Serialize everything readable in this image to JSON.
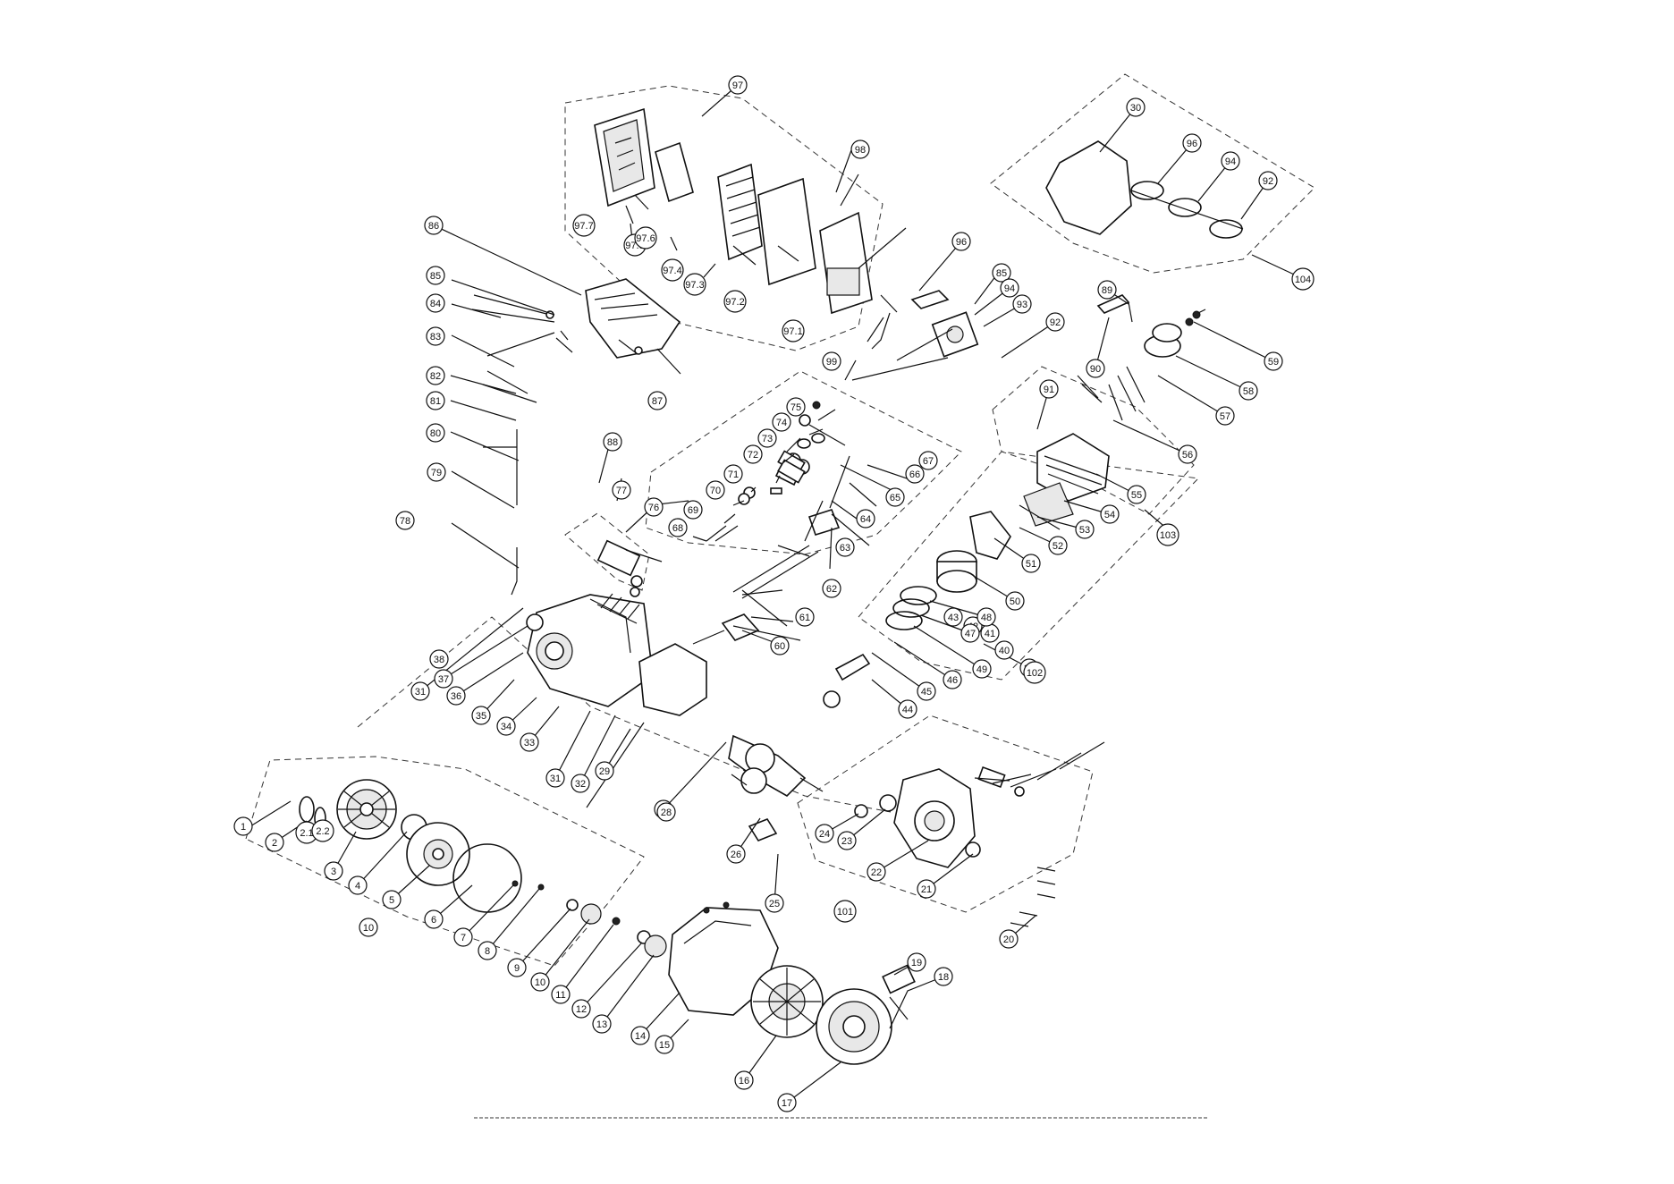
{
  "diagram": {
    "type": "exploded-parts-view",
    "callouts": [
      {
        "id": "c1",
        "label": "1"
      },
      {
        "id": "c2",
        "label": "2"
      },
      {
        "id": "c2_1",
        "label": "2.1"
      },
      {
        "id": "c2_2",
        "label": "2.2"
      },
      {
        "id": "c3",
        "label": "3"
      },
      {
        "id": "c4",
        "label": "4"
      },
      {
        "id": "c5",
        "label": "5"
      },
      {
        "id": "c6",
        "label": "6"
      },
      {
        "id": "c7",
        "label": "7"
      },
      {
        "id": "c8",
        "label": "8"
      },
      {
        "id": "c9",
        "label": "9"
      },
      {
        "id": "c10",
        "label": "10"
      },
      {
        "id": "c10b",
        "label": "10"
      },
      {
        "id": "c11",
        "label": "11"
      },
      {
        "id": "c12",
        "label": "12"
      },
      {
        "id": "c13",
        "label": "13"
      },
      {
        "id": "c14",
        "label": "14"
      },
      {
        "id": "c15",
        "label": "15"
      },
      {
        "id": "c16",
        "label": "16"
      },
      {
        "id": "c17",
        "label": "17"
      },
      {
        "id": "c18",
        "label": "18"
      },
      {
        "id": "c19",
        "label": "19"
      },
      {
        "id": "c20",
        "label": "20"
      },
      {
        "id": "c21",
        "label": "21"
      },
      {
        "id": "c22",
        "label": "22"
      },
      {
        "id": "c23",
        "label": "23"
      },
      {
        "id": "c24",
        "label": "24"
      },
      {
        "id": "c25",
        "label": "25"
      },
      {
        "id": "c26",
        "label": "26"
      },
      {
        "id": "c27",
        "label": "27"
      },
      {
        "id": "c28",
        "label": "28"
      },
      {
        "id": "c29",
        "label": "29"
      },
      {
        "id": "c30",
        "label": "30"
      },
      {
        "id": "c31",
        "label": "31"
      },
      {
        "id": "c31b",
        "label": "31"
      },
      {
        "id": "c32",
        "label": "32"
      },
      {
        "id": "c33",
        "label": "33"
      },
      {
        "id": "c34",
        "label": "34"
      },
      {
        "id": "c35",
        "label": "35"
      },
      {
        "id": "c36",
        "label": "36"
      },
      {
        "id": "c37",
        "label": "37"
      },
      {
        "id": "c38",
        "label": "38"
      },
      {
        "id": "c39",
        "label": "39"
      },
      {
        "id": "c40",
        "label": "40"
      },
      {
        "id": "c41",
        "label": "41"
      },
      {
        "id": "c42",
        "label": "42"
      },
      {
        "id": "c43",
        "label": "43"
      },
      {
        "id": "c44",
        "label": "44"
      },
      {
        "id": "c45",
        "label": "45"
      },
      {
        "id": "c46",
        "label": "46"
      },
      {
        "id": "c47",
        "label": "47"
      },
      {
        "id": "c48",
        "label": "48"
      },
      {
        "id": "c49",
        "label": "49"
      },
      {
        "id": "c50",
        "label": "50"
      },
      {
        "id": "c51",
        "label": "51"
      },
      {
        "id": "c52",
        "label": "52"
      },
      {
        "id": "c53",
        "label": "53"
      },
      {
        "id": "c54",
        "label": "54"
      },
      {
        "id": "c55",
        "label": "55"
      },
      {
        "id": "c56",
        "label": "56"
      },
      {
        "id": "c57",
        "label": "57"
      },
      {
        "id": "c58",
        "label": "58"
      },
      {
        "id": "c59",
        "label": "59"
      },
      {
        "id": "c60",
        "label": "60"
      },
      {
        "id": "c61",
        "label": "61"
      },
      {
        "id": "c62",
        "label": "62"
      },
      {
        "id": "c63",
        "label": "63"
      },
      {
        "id": "c64",
        "label": "64"
      },
      {
        "id": "c65",
        "label": "65"
      },
      {
        "id": "c66",
        "label": "66"
      },
      {
        "id": "c67",
        "label": "67"
      },
      {
        "id": "c68",
        "label": "68"
      },
      {
        "id": "c69",
        "label": "69"
      },
      {
        "id": "c70",
        "label": "70"
      },
      {
        "id": "c71",
        "label": "71"
      },
      {
        "id": "c72",
        "label": "72"
      },
      {
        "id": "c73",
        "label": "73"
      },
      {
        "id": "c74",
        "label": "74"
      },
      {
        "id": "c75",
        "label": "75"
      },
      {
        "id": "c76",
        "label": "76"
      },
      {
        "id": "c77",
        "label": "77"
      },
      {
        "id": "c78",
        "label": "78"
      },
      {
        "id": "c79",
        "label": "79"
      },
      {
        "id": "c80",
        "label": "80"
      },
      {
        "id": "c81",
        "label": "81"
      },
      {
        "id": "c82",
        "label": "82"
      },
      {
        "id": "c83",
        "label": "83"
      },
      {
        "id": "c84",
        "label": "84"
      },
      {
        "id": "c85",
        "label": "85"
      },
      {
        "id": "c85b",
        "label": "85"
      },
      {
        "id": "c86",
        "label": "86"
      },
      {
        "id": "c87",
        "label": "87"
      },
      {
        "id": "c88",
        "label": "88"
      },
      {
        "id": "c89",
        "label": "89"
      },
      {
        "id": "c90",
        "label": "90"
      },
      {
        "id": "c91",
        "label": "91"
      },
      {
        "id": "c92",
        "label": "92"
      },
      {
        "id": "c92b",
        "label": "92"
      },
      {
        "id": "c93",
        "label": "93"
      },
      {
        "id": "c94",
        "label": "94"
      },
      {
        "id": "c94b",
        "label": "94"
      },
      {
        "id": "c96",
        "label": "96"
      },
      {
        "id": "c96b",
        "label": "96"
      },
      {
        "id": "c97",
        "label": "97"
      },
      {
        "id": "c97_1",
        "label": "97.1"
      },
      {
        "id": "c97_2",
        "label": "97.2"
      },
      {
        "id": "c97_3",
        "label": "97.3"
      },
      {
        "id": "c97_4",
        "label": "97.4"
      },
      {
        "id": "c97_5",
        "label": "97.5"
      },
      {
        "id": "c97_6",
        "label": "97.6"
      },
      {
        "id": "c97_7",
        "label": "97.7"
      },
      {
        "id": "c98",
        "label": "98"
      },
      {
        "id": "c99",
        "label": "99"
      },
      {
        "id": "c101",
        "label": "101"
      },
      {
        "id": "c102",
        "label": "102"
      },
      {
        "id": "c103",
        "label": "103"
      },
      {
        "id": "c104",
        "label": "104"
      }
    ]
  }
}
